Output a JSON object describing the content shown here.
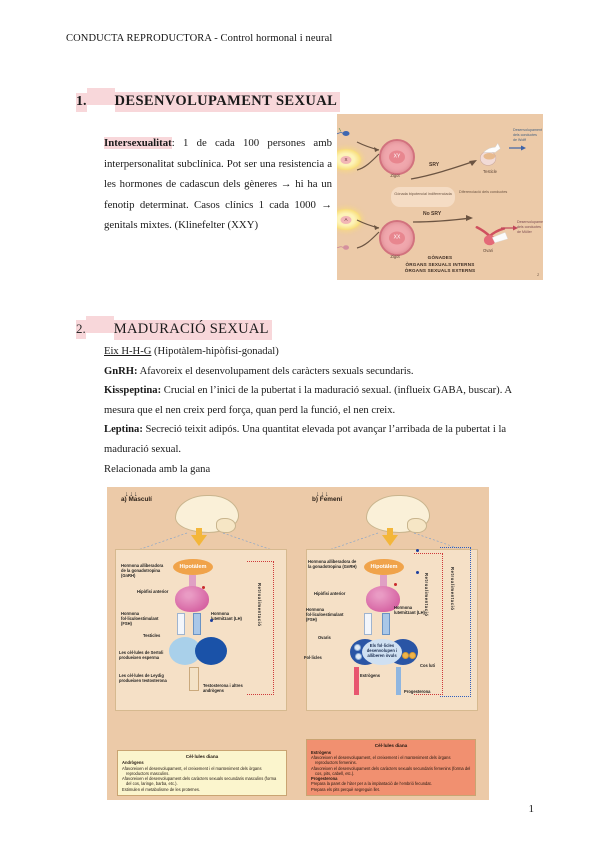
{
  "document": {
    "header": "CONDUCTA REPRODUCTORA - Control hormonal i neural",
    "page_number": "1"
  },
  "section1": {
    "number": "1.",
    "title": "DESENVOLUPAMENT SEXUAL",
    "highlight_color": "#f8d7da",
    "paragraph": {
      "lead": "Intersexualitat",
      "rest": ": 1 de cada 100 persones amb interpersonalitat subclínica. Pot ser una resistencia a les hormones de cadascun dels gèneres → hi ha un fenotip determinat. Casos clínics 1 cada 1000 → genitals mixtes. (Klinefelter (XXY)"
    }
  },
  "section2": {
    "number": "2.",
    "title": "MADURACIÓ SEXUAL",
    "highlight_color": "#f8d7da",
    "lines": {
      "axis_label": "Eix H-H-G",
      "axis_rest": " (Hipotàlem-hipòfisi-gonadal)",
      "gnrh_label": "GnRH:",
      "gnrh_text": " Afavoreix el desenvolupament dels caràcters sexuals secundaris.",
      "kiss_label": "Kisspeptina:",
      "kiss_text": " Crucial en l’inici de la pubertat i la maduració sexual. (influeix GABA, buscar). A mesura que el nen creix perd força, quan perd la funció, el nen creix.",
      "leptina_label": "Leptina:",
      "leptina_text": " Secreció teixit adipós. Una quantitat elevada pot avançar l’arribada de la pubertat i la maduració sexual.",
      "gana": "Relacionada amb la gana"
    }
  },
  "figure1": {
    "name": "sexual-differentiation-diagram",
    "background": "#eccaa8",
    "cells": {
      "ovum_x": "X",
      "ovum_a": "A",
      "zygote_xy": "XY",
      "zygote_xx": "XX"
    },
    "zygote_labels": {
      "male": "Zigot",
      "female": "Zigot"
    },
    "arrows": {
      "sry": "SRY",
      "no_sry": "No SRY"
    },
    "midbox": "Gònada bipotencial indiferenciada",
    "midnote": "Diferenciació dels conductes",
    "organ_labels": {
      "testicle": "Testicle",
      "ovary": "Ovari"
    },
    "sidenotes": {
      "male": "Desenvolupament dels conductes de Wolff",
      "female": "Desenvolupament dels conductes de Müller"
    },
    "caption": [
      "GÒNADES",
      "ÒRGANS SEXUALS INTERNS",
      "ÒRGANS SEXUALS EXTERNS"
    ],
    "page_mark": "2"
  },
  "figure2": {
    "name": "hpg-axis-diagram",
    "background": "#eccaa8",
    "panels": [
      {
        "key": "male",
        "title": "a) Masculí",
        "hypothalamus": "Hipotàlem",
        "gnrh_label": "Hormona alliberadora de la gonadotropina (GnRH)",
        "pituitary": "Hipòfisi anterior",
        "fsh": "Hormona fol·liculoestimulant (FSH)",
        "lh": "Hormona luteïnitzant (LH)",
        "gonad": "Testicles",
        "cell_note_1": "Les cèl·lules de Sertoli produeixen esperma",
        "cell_note_2": "Les cèl·lules de Leydig produeixen testosterona",
        "hormone_out": "Testosterona i altres andrògens",
        "feedback": "Retroalimentació",
        "target_box": {
          "title": "Cèl·lules diana",
          "subtitle": "Andrògens",
          "bullets": [
            "Afavoreixen el desenvolupament, el creixement i el manteniment dels òrgans reproductors masculins.",
            "Afavoreixen el desenvolupament dels caràcters sexuals secundaris masculins (forma del cos, laringe, barba, etc.).",
            "Estimulen el metabolisme de les proteïnes."
          ]
        }
      },
      {
        "key": "female",
        "title": "b) Femení",
        "hypothalamus": "Hipotàlem",
        "gnrh_label": "Hormona alliberadora de la gonadotropina (GnRH)",
        "pituitary": "Hipòfisi anterior",
        "fsh": "Hormona fol·liculoestimulant (FSH)",
        "lh": "Hormona luteïnitzant (LH)",
        "gonad": "Ovaris",
        "follicles": "Fol·licles",
        "center_note": "Els fol·licles desenvolupen i alliberen òvuls",
        "corpus": "Cos luti",
        "hormone_out_1": "Estrògens",
        "hormone_out_2": "Progesterona",
        "feedback": "Retroalimentació",
        "target_box": {
          "title": "Cèl·lules diana",
          "subtitle_1": "Estrògens",
          "bullets_1": [
            "Afavoreixen el desenvolupament, el creixement i el manteniment dels òrgans reproductors femenins.",
            "Afavoreixen el desenvolupament dels caràcters sexuals secundaris femenins (forma del cos, pits, cabell, etc.)."
          ],
          "subtitle_2": "Progesterona",
          "bullets_2": [
            "Prepara la paret de l’úter per a la implantació de l’embrió fecundat.",
            "Prepara els pits perquè segreguin llet."
          ]
        }
      }
    ]
  }
}
